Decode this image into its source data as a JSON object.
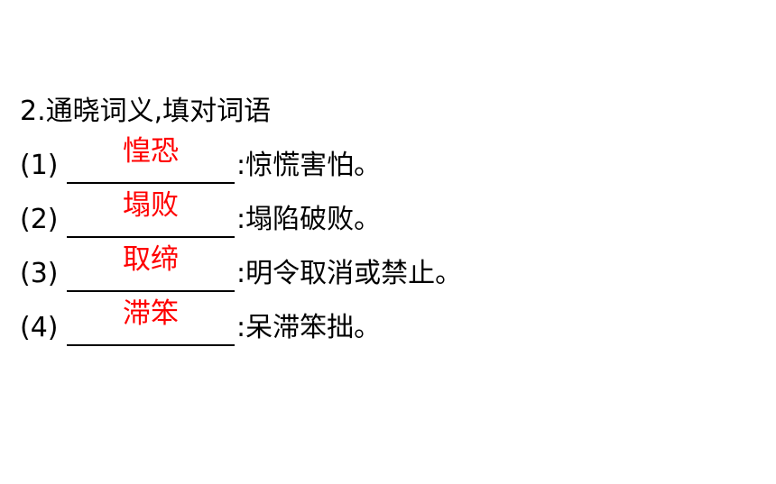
{
  "heading": "2.通晓词义,填对词语",
  "items": [
    {
      "number": "(1)",
      "answer": "惶恐",
      "definition": ":惊慌害怕。"
    },
    {
      "number": "(2)",
      "answer": "塌败",
      "definition": ":塌陷破败。"
    },
    {
      "number": "(3)",
      "answer": "取缔",
      "definition": ":明令取消或禁止。"
    },
    {
      "number": "(4)",
      "answer": "滞笨",
      "definition": ":呆滞笨拙。"
    }
  ],
  "colors": {
    "text": "#000000",
    "answer": "#ff0000",
    "background": "#ffffff"
  }
}
